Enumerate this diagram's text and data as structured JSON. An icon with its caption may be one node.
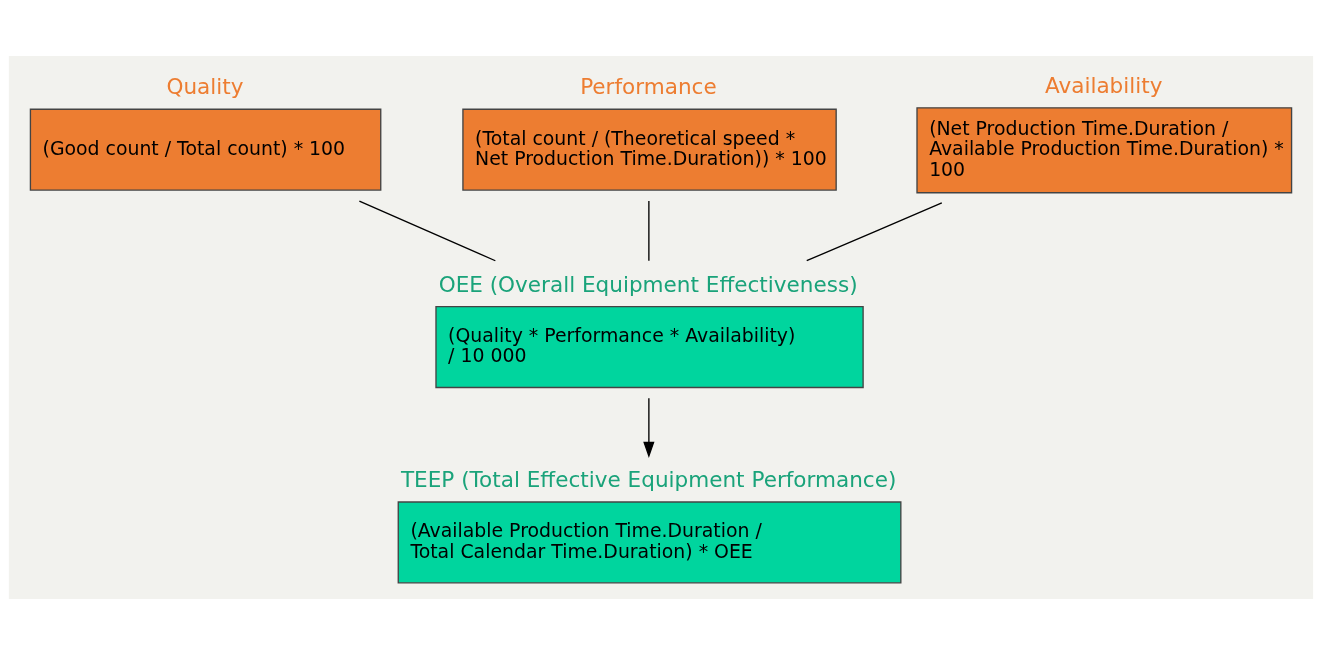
{
  "diagram": {
    "nodes": [
      {
        "text": [
          "Quality",
          "(Good count / Total count) * 100"
        ]
      },
      {
        "text": [
          "Performance",
          "(Total count / (Theoretical speed * Net Production Time.Duration)) * 100"
        ]
      },
      {
        "text": [
          "Availability",
          "(Net Production Time.Duration / Available Production Time.Duration) * 100"
        ]
      },
      {
        "text": [
          "OEE (Overall Equipment Effectiveness)",
          "(Quality * Performance * Availability) / 10 000"
        ]
      },
      {
        "text": [
          "TEEP (Total Effective Equipment Performance)",
          "(Available Production Time.Duration / Total Calendar Time.Duration) * OEE"
        ]
      }
    ],
    "edges": [
      {
        "from": 0,
        "to": 3,
        "arrow": "none"
      },
      {
        "from": 1,
        "to": 3,
        "arrow": "none"
      },
      {
        "from": 2,
        "to": 3,
        "arrow": "none"
      },
      {
        "from": 3,
        "to": 4,
        "arrow": "to"
      }
    ]
  }
}
